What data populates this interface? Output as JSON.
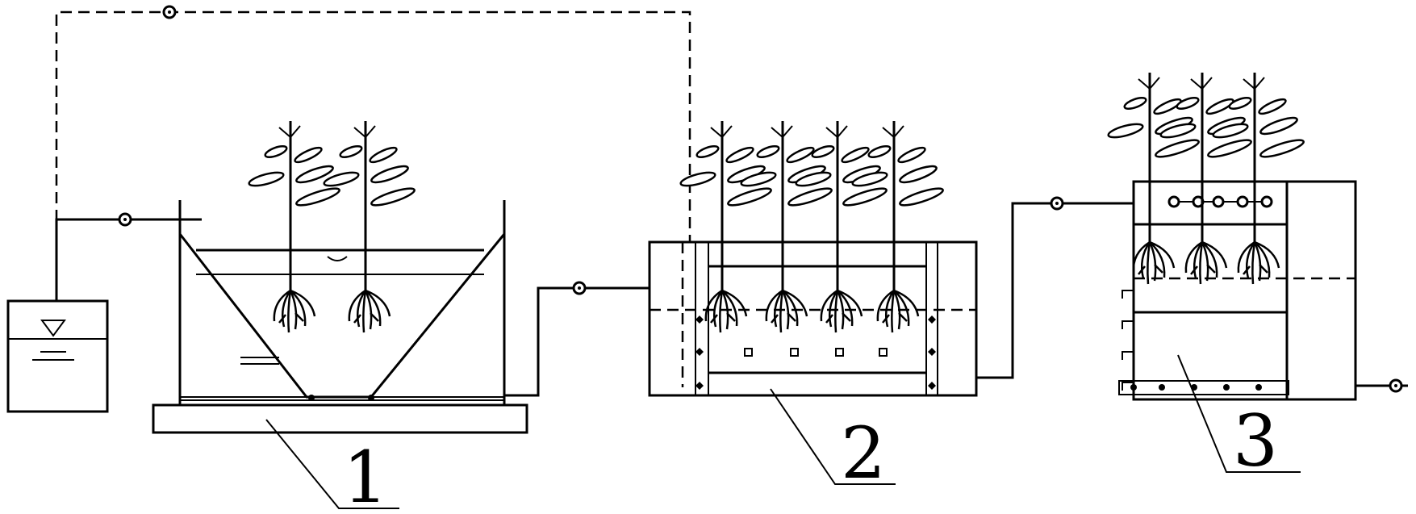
{
  "labels": {
    "unit1": "1",
    "unit2": "2",
    "unit3": "3"
  },
  "colors": {
    "line": "#000000",
    "background": "#ffffff"
  }
}
